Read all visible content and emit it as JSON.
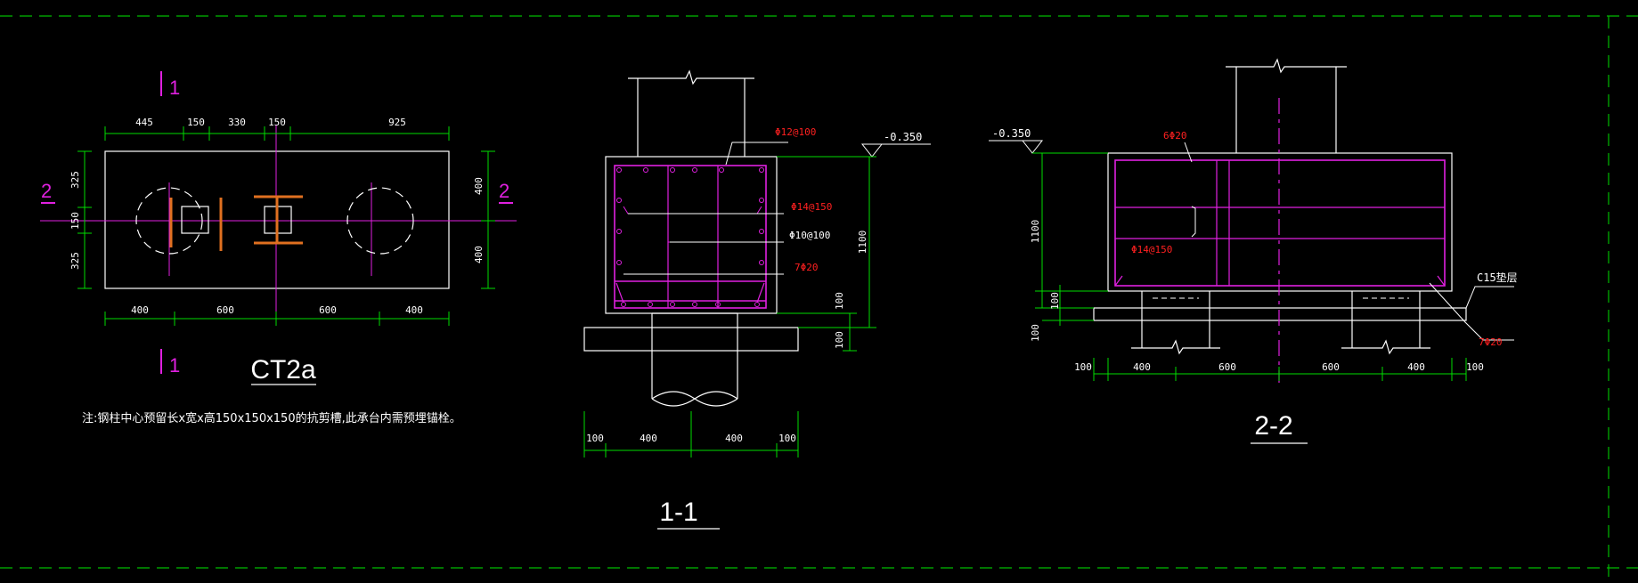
{
  "colors": {
    "background": "#000000",
    "line": "#ffffff",
    "dimension": "#00dd00",
    "rebar": "#e020e0",
    "rebar_text": "#ff2020",
    "steel": "#e07020",
    "border": "#00bb00"
  },
  "plan": {
    "title": "CT2a",
    "section_marks": {
      "top": "1",
      "bottom": "1",
      "left": "2",
      "right": "2"
    },
    "top_dims": [
      "445",
      "150",
      "330",
      "150",
      "925"
    ],
    "bottom_dims": [
      "400",
      "600",
      "600",
      "400"
    ],
    "left_dims": [
      "325",
      "150",
      "325"
    ],
    "right_dims": [
      "400",
      "400"
    ],
    "note": "注:钢柱中心预留长x宽x高150x150x150的抗剪槽,此承台内需预埋锚栓。"
  },
  "section_1_1": {
    "title": "1-1",
    "rebar_top": "Φ12@100",
    "rebar_mid1": "Φ14@150",
    "rebar_mid2": "Φ10@100",
    "rebar_bottom": "7Φ20",
    "elevation": "-0.350",
    "height_dim": "1100",
    "dim_100a": "100",
    "dim_100b": "100",
    "bottom_dims": [
      "100",
      "400",
      "400",
      "100"
    ]
  },
  "section_2_2": {
    "title": "2-2",
    "rebar_top": "6Φ20",
    "rebar_mid": "Φ14@150",
    "rebar_bottom": "7Φ20",
    "cushion": "C15垫层",
    "elevation": "-0.350",
    "height_dim": "1100",
    "dim_100a": "100",
    "dim_100b": "100",
    "bottom_dims": [
      "100",
      "400",
      "600",
      "600",
      "400",
      "100"
    ]
  }
}
